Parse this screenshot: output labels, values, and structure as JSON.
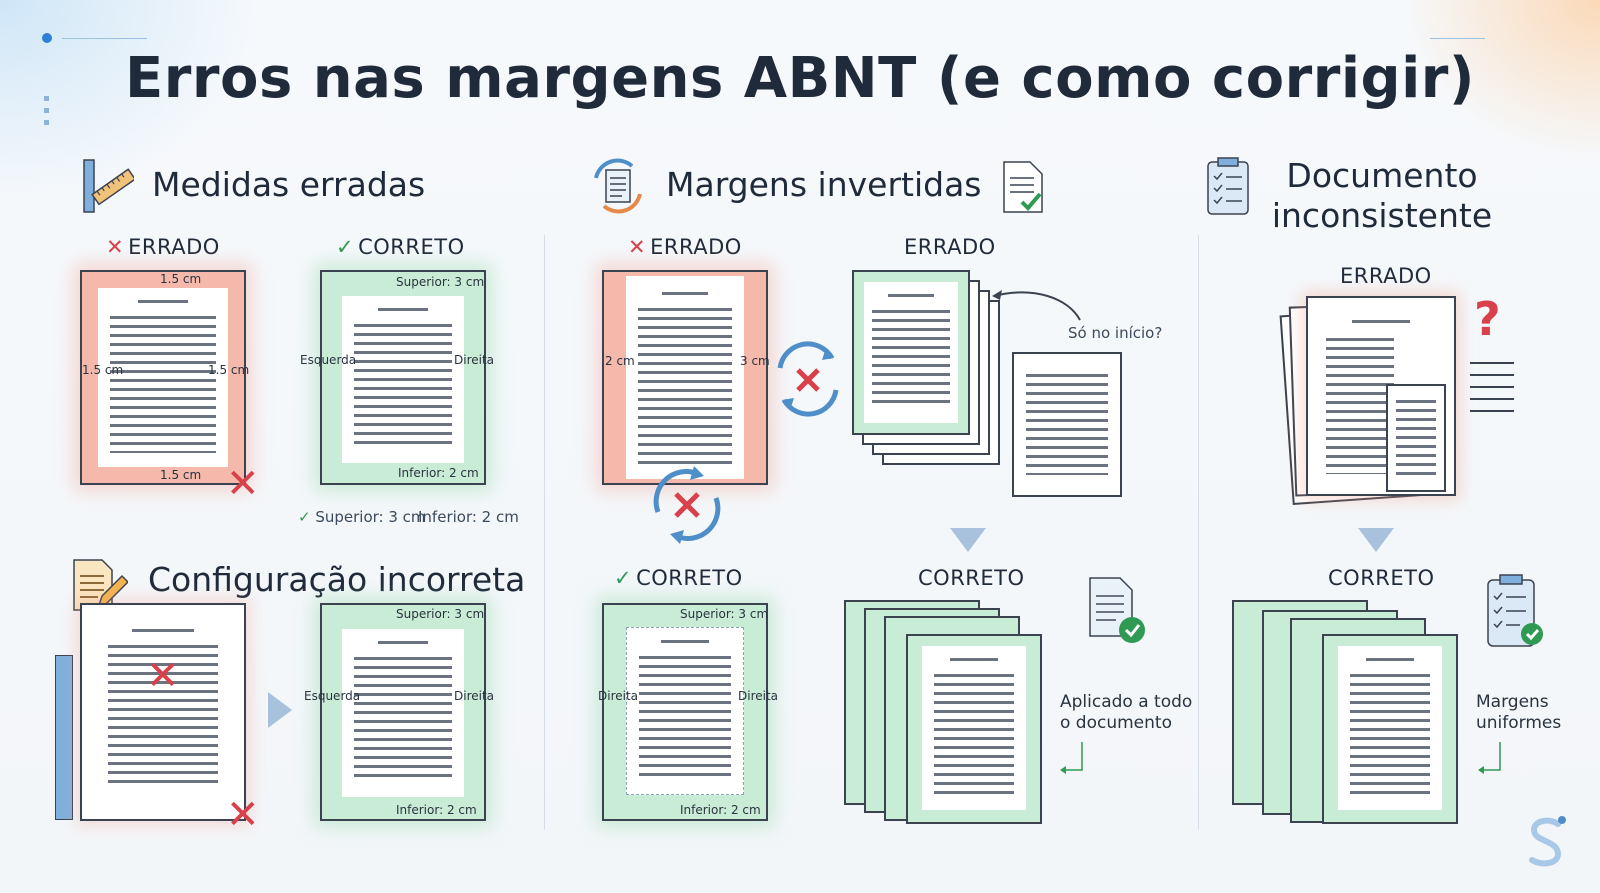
{
  "title": "Erros nas margens ABNT (e como corrigir)",
  "sections": {
    "medidas": {
      "title": "Medidas erradas",
      "wrong_label": "ERRADO",
      "right_label": "CORRETO",
      "wrong_top": "1.5 cm",
      "wrong_left": "1.5 cm",
      "wrong_right": "1.5 cm",
      "wrong_bottom": "1.5 cm",
      "right_top": "Superior: 3 cm",
      "right_left": "Esquerda",
      "right_right": "Direita",
      "right_bottom": "Inferior: 2 cm",
      "summary_top": "Superior: 3 cm",
      "summary_bottom": "Inferior: 2 cm"
    },
    "config": {
      "title": "Configuração incorreta",
      "right_top": "Superior: 3 cm",
      "right_left": "Esquerda",
      "right_right": "Direita",
      "right_bottom": "Inferior: 2 cm"
    },
    "invertidas": {
      "title": "Margens invertidas",
      "wrong_label": "ERRADO",
      "wrong_left": "2 cm",
      "wrong_right": "3 cm",
      "wrong2_label": "ERRADO",
      "wrong2_note": "Só no início?",
      "right_label": "CORRETO",
      "right_top": "Superior: 3 cm",
      "right_left": "Direita",
      "right_right": "Direita",
      "right_bottom": "Inferior: 2 cm",
      "right2_label": "CORRETO",
      "right2_note_1": "Aplicado a todo",
      "right2_note_2": "o documento"
    },
    "documento": {
      "title_1": "Documento",
      "title_2": "inconsistente",
      "wrong_label": "ERRADO",
      "right_label": "CORRETO",
      "note_1": "Margens",
      "note_2": "uniformes"
    }
  },
  "colors": {
    "wrong": "#f4b9ab",
    "right": "#c9ecd6",
    "red_mark": "#d8404a",
    "green_mark": "#2f9a54",
    "arrow_blue": "#4f8fc9"
  },
  "icons": [
    "ruler-icon",
    "document-check-icon",
    "refresh-document-icon",
    "clipboard-checklist-icon",
    "document-pencil-icon",
    "question-mark-icon",
    "brand-logo-icon"
  ]
}
